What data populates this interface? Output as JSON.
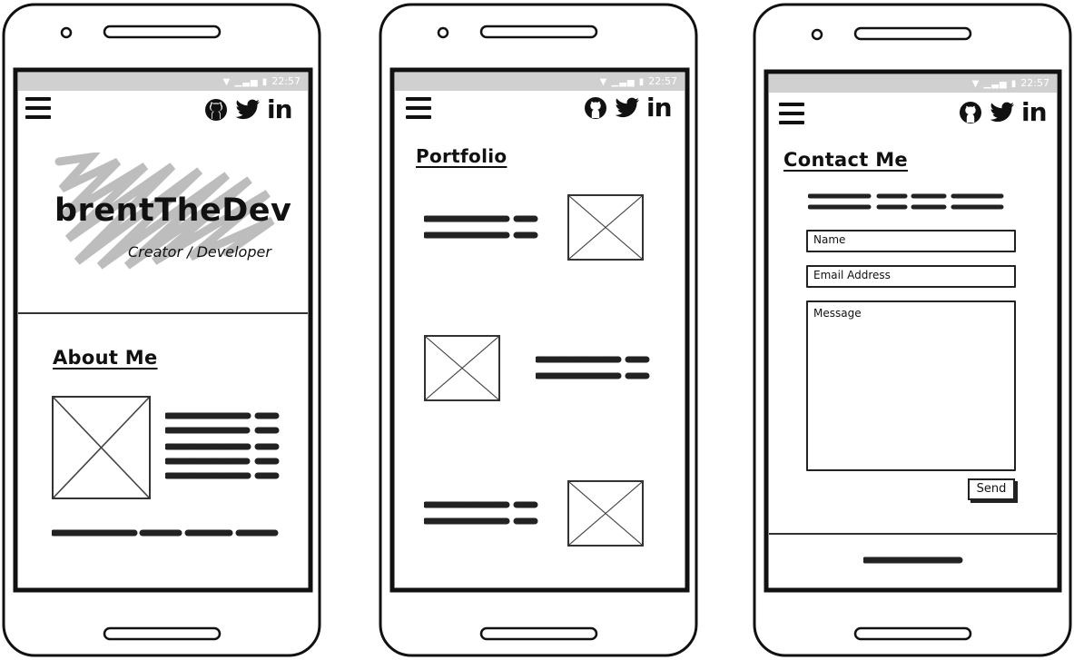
{
  "status": {
    "time": "22:57"
  },
  "icons": {
    "menu": "hamburger-icon",
    "github": "github-icon",
    "twitter": "twitter-icon",
    "linkedin": "linkedin-icon",
    "linkedin_text": "in"
  },
  "home": {
    "brand": "brentTheDev",
    "tagline": "Creator / Developer",
    "about_title": "About Me"
  },
  "portfolio": {
    "title": "Portfolio"
  },
  "contact": {
    "title": "Contact Me",
    "name_placeholder": "Name",
    "email_placeholder": "Email Address",
    "message_placeholder": "Message",
    "send_label": "Send"
  }
}
